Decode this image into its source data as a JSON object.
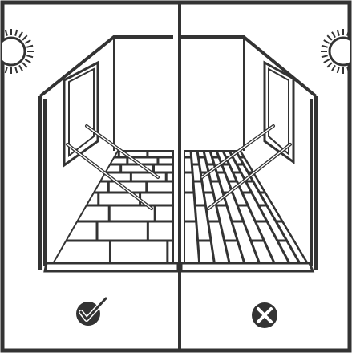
{
  "diagram": {
    "panels": [
      {
        "id": "left",
        "floor_orientation": "planks-parallel-to-light",
        "verdict": "correct",
        "verdict_icon": "check-circle-icon"
      },
      {
        "id": "right",
        "floor_orientation": "planks-perpendicular-to-light",
        "verdict": "incorrect",
        "verdict_icon": "x-circle-icon"
      }
    ],
    "light_source_icon": "sun-icon",
    "colors": {
      "ink": "#333333",
      "background": "#ffffff"
    }
  }
}
